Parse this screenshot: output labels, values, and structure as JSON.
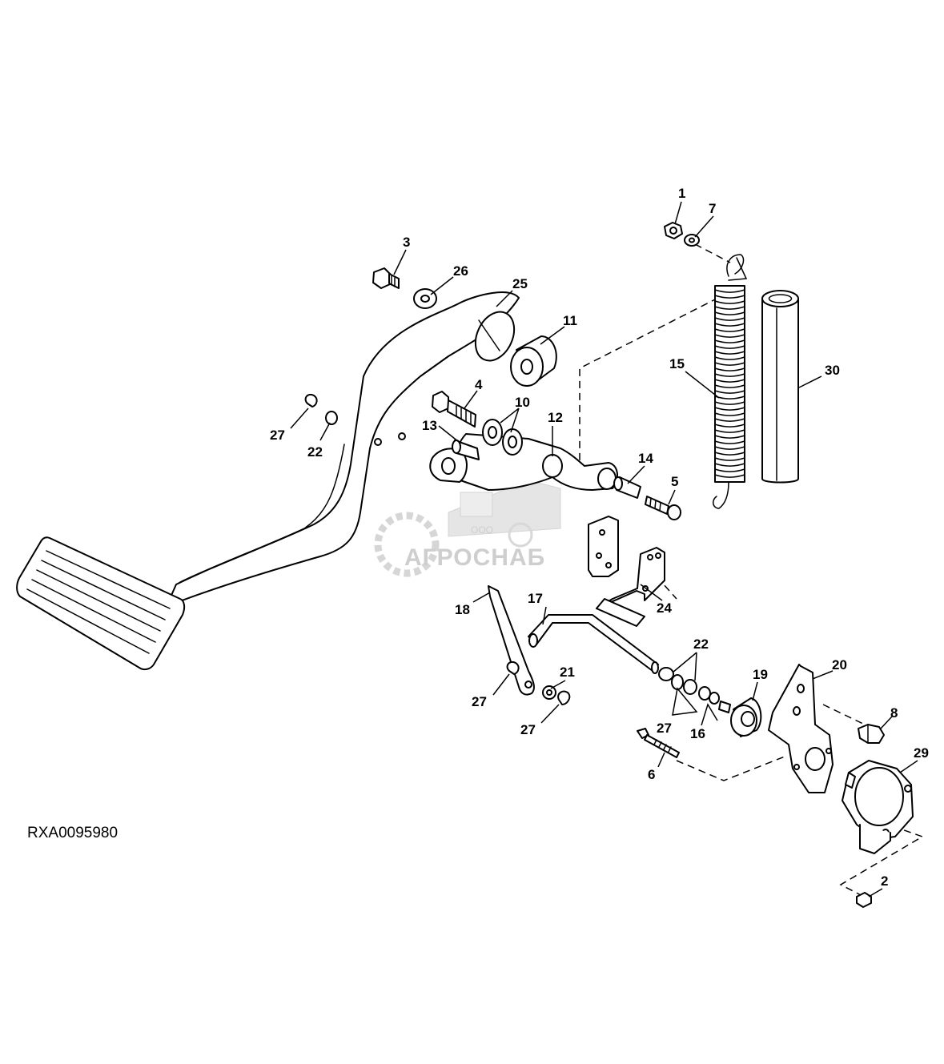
{
  "figure_id": "RXA0095980",
  "watermark": {
    "company_prefix": "ООО",
    "company_name": "АГРОСНАБ"
  },
  "callouts": [
    "1",
    "7",
    "3",
    "26",
    "25",
    "11",
    "15",
    "30",
    "4",
    "10",
    "27",
    "22",
    "13",
    "12",
    "14",
    "5",
    "18",
    "17",
    "24",
    "22",
    "21",
    "19",
    "20",
    "27",
    "27",
    "27",
    "16",
    "8",
    "6",
    "29",
    "2"
  ]
}
